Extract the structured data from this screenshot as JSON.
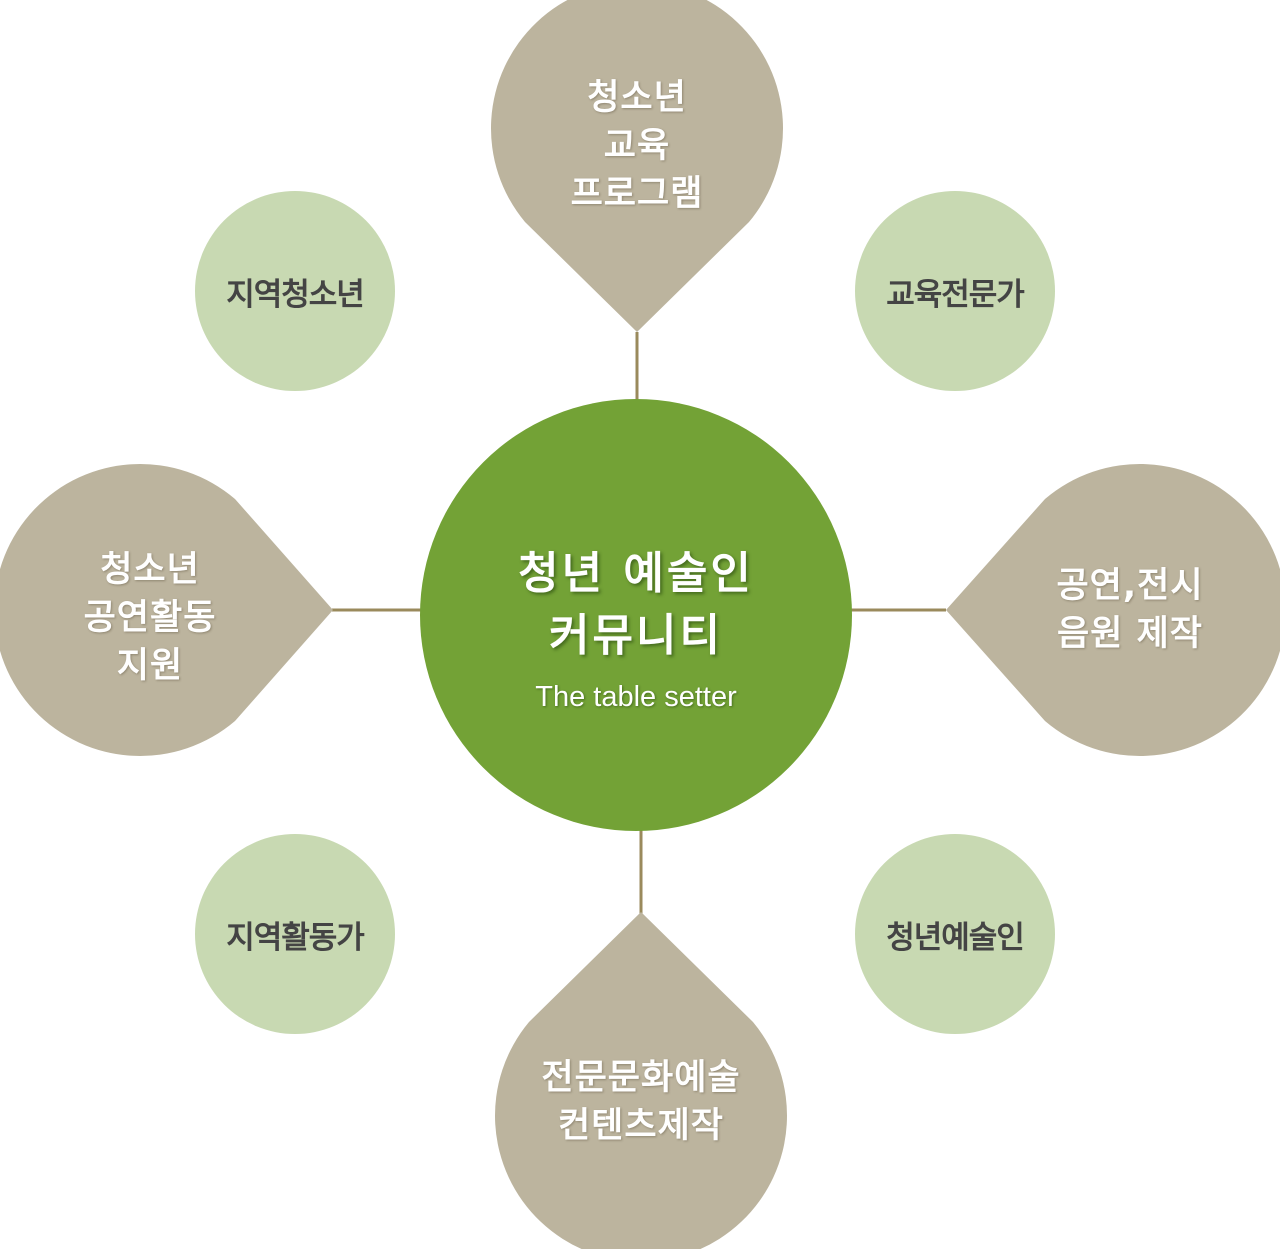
{
  "colors": {
    "center": "#73a236",
    "drop": "#bcb49e",
    "small_circle": "#c8d9b2",
    "connector": "#9a8a5c"
  },
  "center": {
    "title_lines": [
      "청년 예술인",
      "커뮤니티"
    ],
    "subtitle": "The table setter"
  },
  "drops": {
    "top": [
      "청소년",
      "교육",
      "프로그램"
    ],
    "left": [
      "청소년",
      "공연활동",
      "지원"
    ],
    "right": [
      "공연,전시",
      "음원 제작"
    ],
    "bottom": [
      "전문문화예술",
      "컨텐츠제작"
    ]
  },
  "small_circles": {
    "top_left": "지역청소년",
    "top_right": "교육전문가",
    "bottom_left": "지역활동가",
    "bottom_right": "청년예술인"
  }
}
